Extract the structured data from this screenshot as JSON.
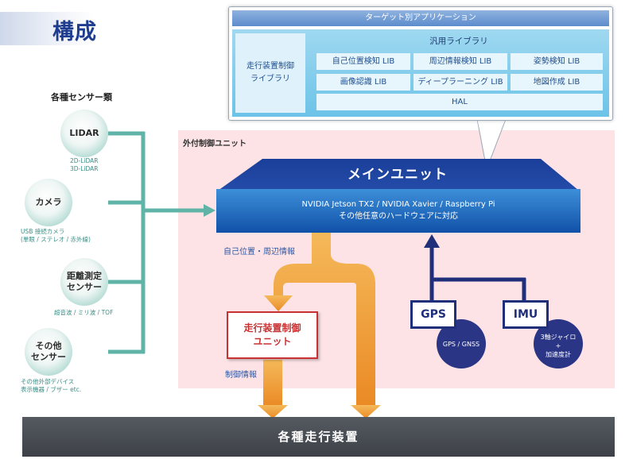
{
  "page": {
    "title": "構成"
  },
  "sensors": {
    "heading": "各種センサー類",
    "items": [
      {
        "label": "LIDAR",
        "sub": [
          "2D-LiDAR",
          "3D-LiDAR"
        ]
      },
      {
        "label": "カメラ",
        "sub": [
          "USB 接続カメラ",
          "(単眼 / ステレオ / 赤外線)"
        ]
      },
      {
        "label_lines": [
          "距離測定",
          "センサー"
        ],
        "sub": [
          "超音波 / ミリ波 / TOF"
        ]
      },
      {
        "label_lines": [
          "その他",
          "センサー"
        ],
        "sub": [
          "その他外部デバイス",
          "表示機器 / ブザー etc."
        ]
      }
    ]
  },
  "external_unit": {
    "title": "外付制御ユニット"
  },
  "apps": {
    "title": "ターゲット別アプリケーション",
    "nav_lib": [
      "走行装置制御",
      "ライブラリ"
    ],
    "general_lib": "汎用ライブラリ",
    "libs": [
      "自己位置検知 LIB",
      "周辺情報検知 LIB",
      "姿勢検知 LIB",
      "画像認識 LIB",
      "ディープラーニング LIB",
      "地図作成 LIB"
    ],
    "hal": "HAL"
  },
  "main_unit": {
    "title": "メインユニット",
    "line1": "NVIDIA Jetson TX2 / NVIDIA Xavier / Raspberry Pi",
    "line2": "その他任意のハードウェアに対応"
  },
  "flows": {
    "position_info": "自己位置・周辺情報",
    "control_info": "制御情報"
  },
  "control_unit": [
    "走行装置制御",
    "ユニット"
  ],
  "gps": {
    "label": "GPS",
    "sub": "GPS / GNSS"
  },
  "imu": {
    "label": "IMU",
    "sub": [
      "3軸ジャイロ",
      "+",
      "加速度計"
    ]
  },
  "bottom": {
    "label": "各種走行装置"
  },
  "colors": {
    "accent": "#1e3d8f",
    "teal": "#5fb3a7",
    "orange": "#f0a33a",
    "navy": "#1f2f7a",
    "red": "#c83232",
    "pink": "#fde3e6"
  }
}
